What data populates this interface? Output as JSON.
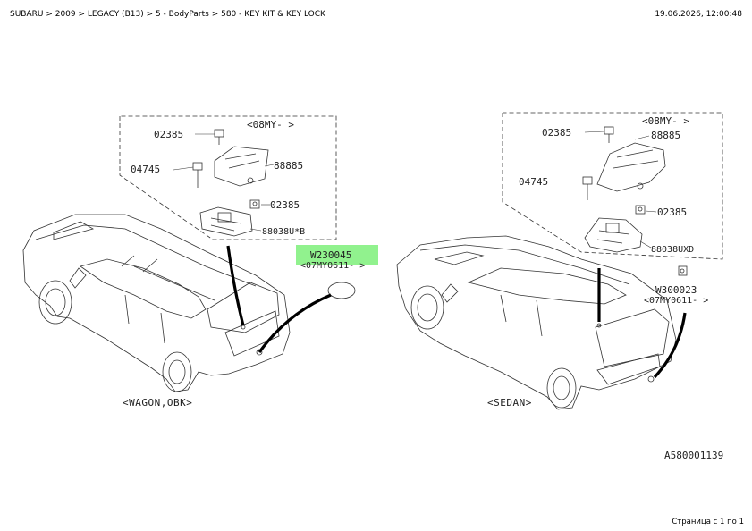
{
  "header": {
    "breadcrumb": "SUBARU > 2009 > LEGACY (B13) > 5 - BodyParts > 580 - KEY KIT & KEY LOCK",
    "timestamp": "19.06.2026, 12:00:48"
  },
  "footer": {
    "page": "Страница с 1 по 1"
  },
  "diagram": {
    "wagon": {
      "detail_header": "<08MY- >",
      "labels": {
        "p02385_top": "02385",
        "p04745": "04745",
        "p88885": "88885",
        "p02385_mid": "02385",
        "p88038": "88038U*B",
        "w_code": "W230045",
        "w_range": "<07MY0611- >"
      },
      "caption": "<WAGON,OBK>"
    },
    "sedan": {
      "detail_header": "<08MY- >",
      "labels": {
        "p02385_top": "02385",
        "p88885": "88885",
        "p04745": "04745",
        "p02385_mid": "02385",
        "p88038": "88038UXD",
        "w_code": "W300023",
        "w_range": "<07MY0611- >"
      },
      "caption": "<SEDAN>"
    },
    "ref": "A580001139"
  }
}
